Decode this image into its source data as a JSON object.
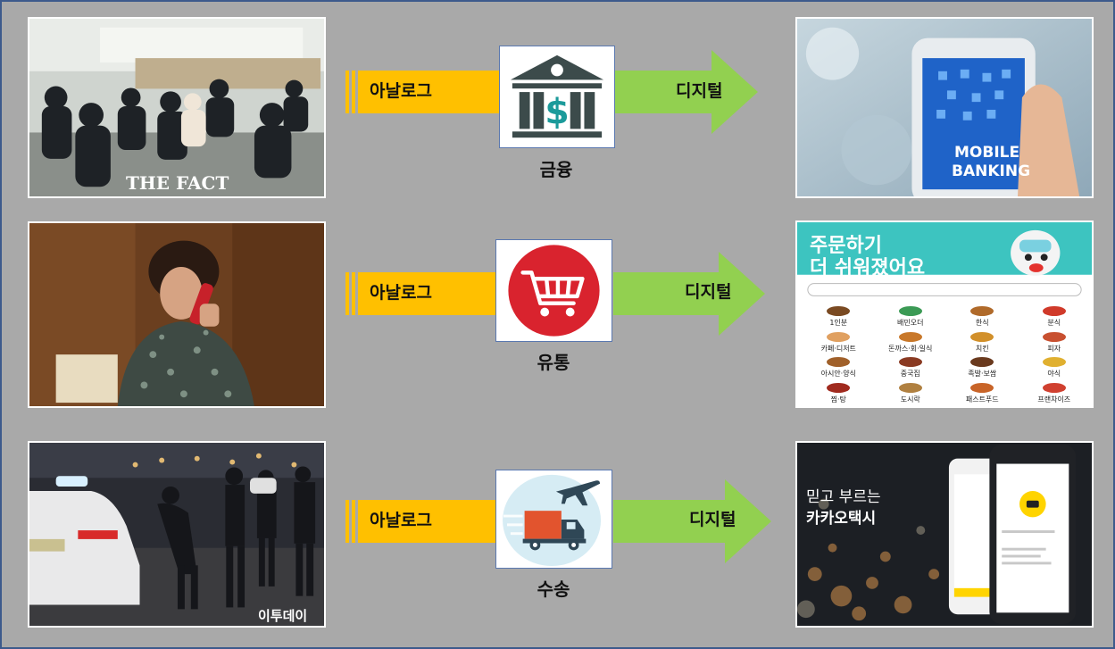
{
  "rows": [
    {
      "analog_label": "아날로그",
      "digital_label": "디지털",
      "category": "금융",
      "icon": "bank-dollar-icon",
      "left_photo_watermark": "THE FACT",
      "right_photo_text_1": "MOBILE",
      "right_photo_text_2": "BANKING"
    },
    {
      "analog_label": "아날로그",
      "digital_label": "디지털",
      "category": "유통",
      "icon": "shopping-cart-icon",
      "right_photo_headline_1": "주문하기",
      "right_photo_headline_2": "더 쉬워졌어요",
      "right_photo_menu": [
        "1인분",
        "배민오더",
        "한식",
        "분식",
        "카페·디저트",
        "돈까스·회·일식",
        "치킨",
        "피자",
        "아시안·양식",
        "중국집",
        "족발·보쌈",
        "야식",
        "찜·탕",
        "도시락",
        "패스트푸드",
        "프랜차이즈"
      ]
    },
    {
      "analog_label": "아날로그",
      "digital_label": "디지털",
      "category": "수송",
      "icon": "delivery-truck-plane-icon",
      "left_photo_watermark": "이투데이",
      "right_photo_text_1": "믿고 부르는",
      "right_photo_text_2": "카카오택시"
    }
  ],
  "colors": {
    "analog_bar": "#ffc000",
    "digital_arrow": "#92d050",
    "bank_icon": "#3c4b4b",
    "bank_dollar": "#1b9a9a",
    "cart_circle": "#d9232e",
    "truck_body": "#e2542e",
    "plane": "#2f4756"
  }
}
